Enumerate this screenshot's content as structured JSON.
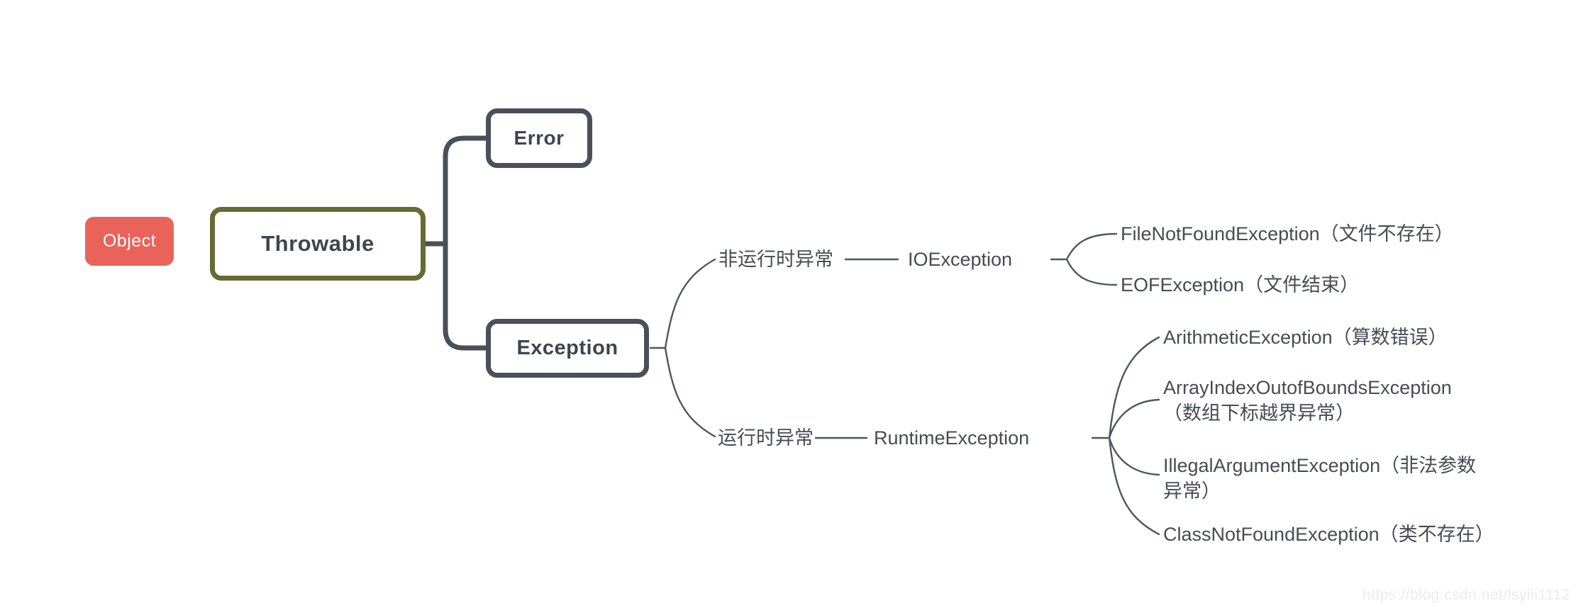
{
  "nodes": {
    "object": "Object",
    "throwable": "Throwable",
    "error": "Error",
    "exception": "Exception",
    "non_runtime_branch": "非运行时异常",
    "io_exception": "IOException",
    "file_not_found": "FileNotFoundException（文件不存在）",
    "eof": "EOFException（文件结束）",
    "runtime_branch": "运行时异常",
    "runtime_exception": "RuntimeException",
    "arithmetic": "ArithmeticException（算数错误）",
    "array_index_out_of_bounds": "ArrayIndexOutofBoundsException（数组下标越界异常）",
    "illegal_argument": "IllegalArgumentException（非法参数异常）",
    "class_not_found": "ClassNotFoundException（类不存在）"
  },
  "edges": {
    "throwable_children": [
      "Error",
      "Exception"
    ],
    "exception_children": [
      "非运行时异常",
      "运行时异常"
    ],
    "io_exception_children": [
      "FileNotFoundException（文件不存在）",
      "EOFException（文件结束）"
    ],
    "runtime_exception_children": [
      "ArithmeticException（算数错误）",
      "ArrayIndexOutofBoundsException（数组下标越界异常）",
      "IllegalArgumentException（非法参数异常）",
      "ClassNotFoundException（类不存在）"
    ]
  },
  "colors": {
    "object_node_fill": "#ea635a",
    "throwable_border": "#666b33",
    "box_border": "#49505a",
    "trunk_line": "#49505a",
    "thin_line": "#50565e",
    "label_text": "#464c56",
    "box_text": "#3e4550",
    "watermark_text": "#ebebeb",
    "background": "#ffffff"
  },
  "watermark": "https://blog.csdn.net/lsyiii1112"
}
